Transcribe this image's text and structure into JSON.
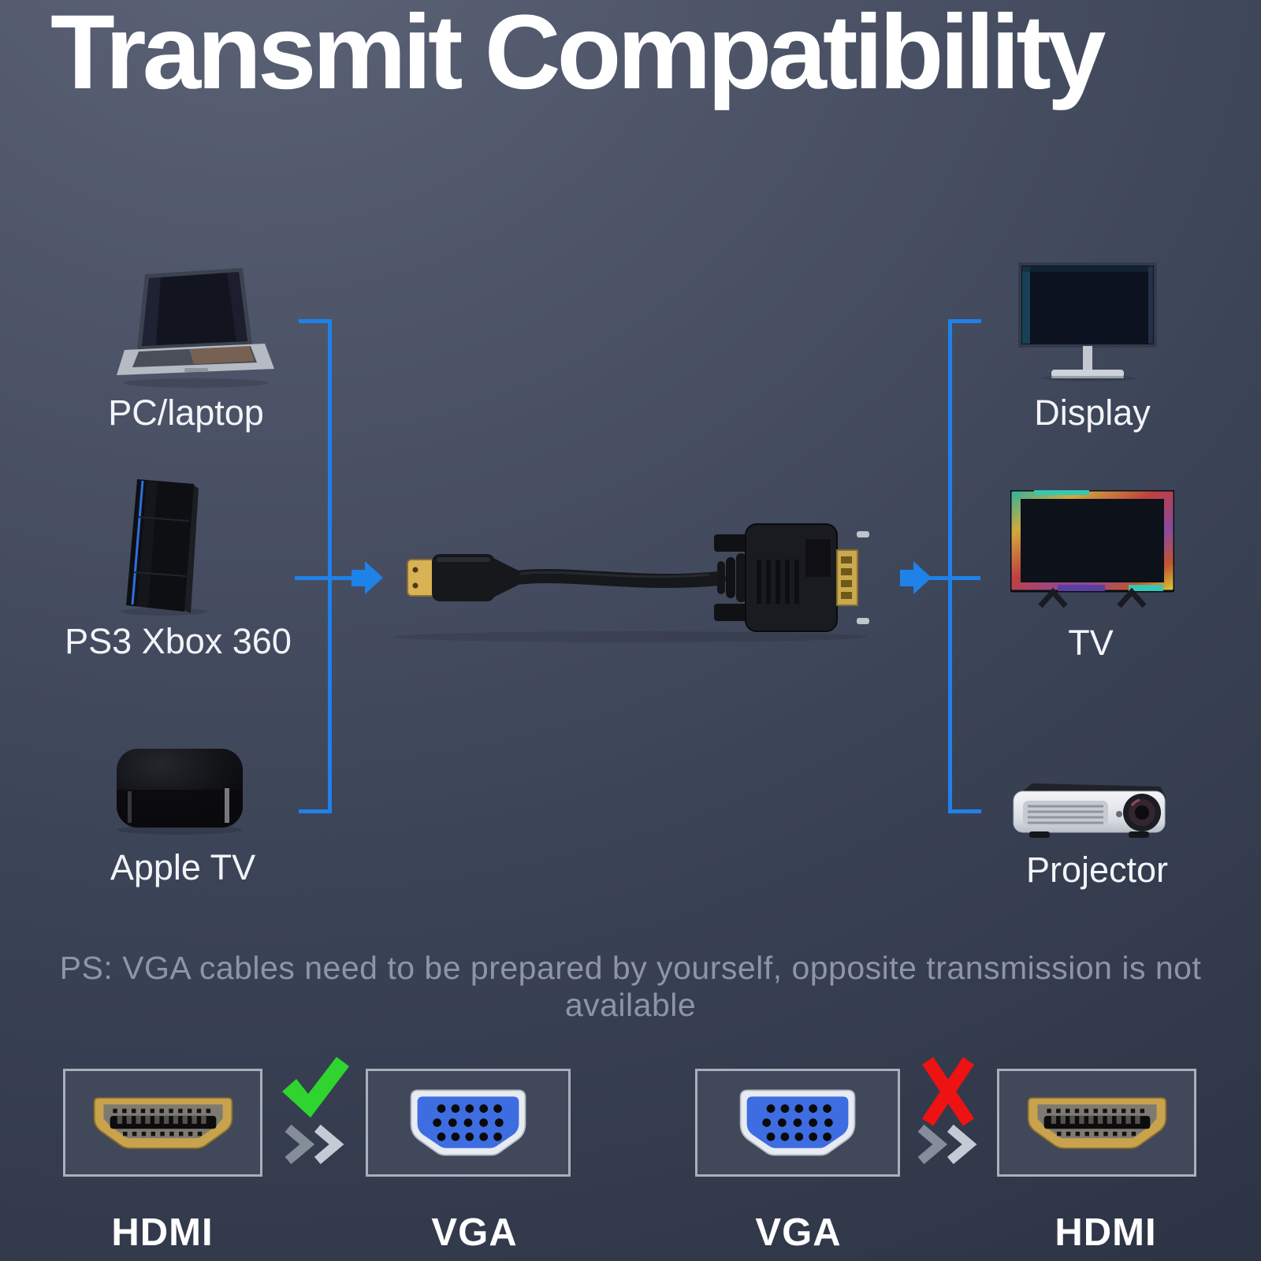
{
  "title": "Transmit Compatibility",
  "note": "PS: VGA cables need to be prepared by yourself, opposite transmission is not available",
  "sources": [
    {
      "label": "PC/laptop"
    },
    {
      "label": "PS3 Xbox 360"
    },
    {
      "label": "Apple TV"
    }
  ],
  "targets": [
    {
      "label": "Display"
    },
    {
      "label": "TV"
    },
    {
      "label": "Projector"
    }
  ],
  "cable": {
    "from_connector": "HDMI",
    "to_connector": "VGA"
  },
  "compatibility": [
    {
      "from": "HDMI",
      "to": "VGA",
      "allowed": true,
      "mark": "green-check"
    },
    {
      "from": "VGA",
      "to": "HDMI",
      "allowed": false,
      "mark": "red-cross"
    }
  ],
  "colors": {
    "accent_blue": "#1e82e8",
    "check_green": "#2fd42f",
    "cross_red": "#ee1212",
    "vga_blue": "#3e6de2",
    "hdmi_gold": "#c8a24c",
    "note_gray": "#8d95a6",
    "text_white": "#ffffff"
  }
}
